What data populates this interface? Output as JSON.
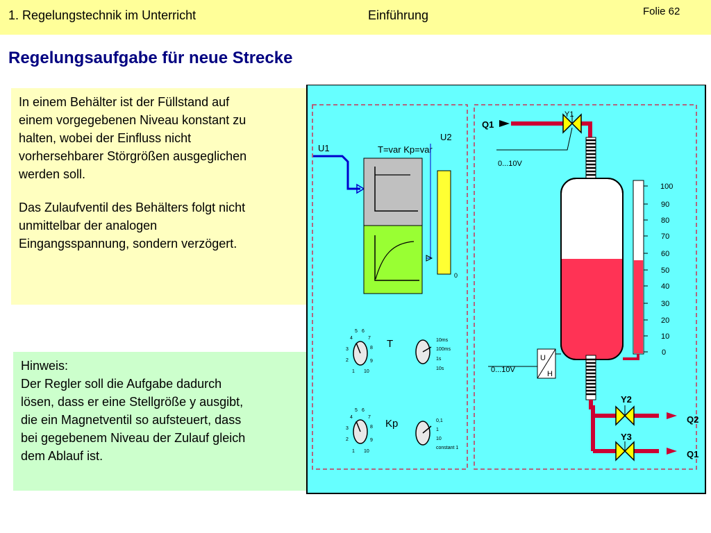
{
  "header": {
    "course": "1. Regelungstechnik im Unterricht",
    "chapter": "Einführung",
    "slide": "Folie 62"
  },
  "title": "Regelungsaufgabe für neue Strecke",
  "task_text": {
    "para1": [
      "In einem Behälter ist der Füllstand auf",
      "einem vorgegebenen Niveau konstant zu",
      "halten, wobei der Einfluss nicht",
      "vorhersehbarer Störgrößen ausgeglichen",
      "werden soll."
    ],
    "para2": [
      "Das Zulaufventil des Behälters folgt nicht",
      "unmittelbar der analogen",
      "Eingangsspannung, sondern verzögert."
    ]
  },
  "hint_text": [
    "Hinweis:",
    "Der Regler soll die Aufgabe dadurch",
    "lösen, dass er eine Stellgröße y ausgibt,",
    "die ein Magnetventil so aufsteuert, dass",
    "bei gegebenem Niveau der Zulauf gleich",
    "dem Ablauf ist."
  ],
  "diagram": {
    "colors": {
      "background": "#66ffff",
      "liquid": "#ff3355",
      "pipe": "#cc0033",
      "valve": "#ffff00",
      "step_box": "#c0c0c0",
      "response_box": "#99ff33",
      "scale_bar": "#ffff33"
    },
    "labels": {
      "u1": "U1",
      "u2": "U2",
      "params": "T=var Kp=var",
      "t": "T",
      "kp": "Kp",
      "q1_top": "Q1",
      "y1": "Y1",
      "range_top": "0...10V",
      "range_bottom": "0...10V",
      "u": "U",
      "h": "H",
      "y2": "Y2",
      "y3": "Y3",
      "q2": "Q2",
      "q1_bottom": "Q1",
      "bar_zero": "0"
    },
    "level_scale": [
      "100",
      "90",
      "80",
      "70",
      "60",
      "50",
      "40",
      "30",
      "20",
      "10",
      "0"
    ],
    "t_dial_left": [
      "5",
      "6",
      "4",
      "7",
      "3",
      "8",
      "2",
      "9",
      "1",
      "10"
    ],
    "t_dial_right": [
      "10ms",
      "100ms",
      "1s",
      "10s"
    ],
    "kp_dial_left": [
      "5",
      "6",
      "4",
      "7",
      "3",
      "8",
      "2",
      "9",
      "1",
      "10"
    ],
    "kp_dial_right": [
      "0,1",
      "1",
      "10",
      "constant 1"
    ],
    "fill_level_percent": 56
  }
}
